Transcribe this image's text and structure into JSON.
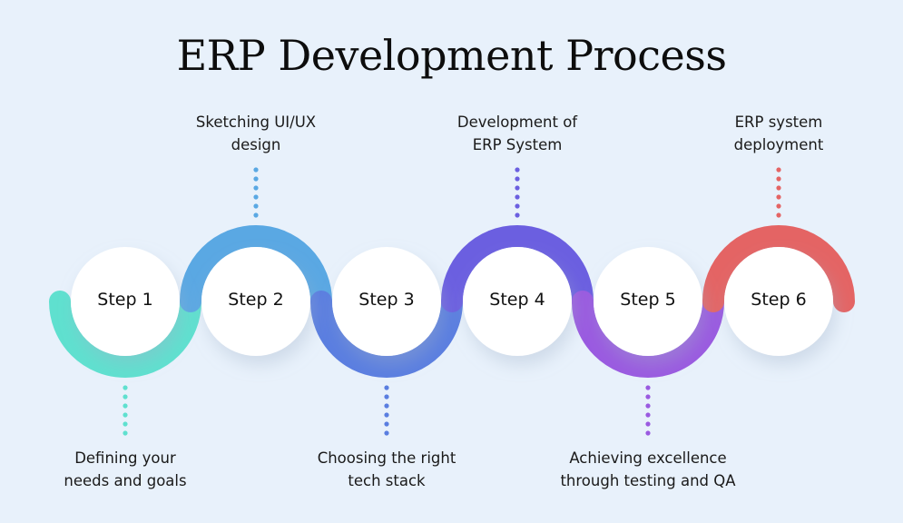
{
  "title": "ERP Development Process",
  "steps": [
    {
      "label": "Step 1",
      "description_line1": "Defining your",
      "description_line2": "needs and goals",
      "position": "bottom",
      "color": "#5fe0cf"
    },
    {
      "label": "Step 2",
      "description_line1": "Sketching UI/UX",
      "description_line2": "design",
      "position": "top",
      "color": "#5aa8e3"
    },
    {
      "label": "Step 3",
      "description_line1": "Choosing the right",
      "description_line2": "tech stack",
      "position": "bottom",
      "color": "#5a7ee0"
    },
    {
      "label": "Step 4",
      "description_line1": "Development of",
      "description_line2": "ERP System",
      "position": "top",
      "color": "#6b5fe0"
    },
    {
      "label": "Step 5",
      "description_line1": "Achieving excellence",
      "description_line2": "through testing and QA",
      "position": "bottom",
      "color": "#9a5ae0"
    },
    {
      "label": "Step 6",
      "description_line1": "ERP system",
      "description_line2": "deployment",
      "position": "top",
      "color": "#e46464"
    }
  ]
}
